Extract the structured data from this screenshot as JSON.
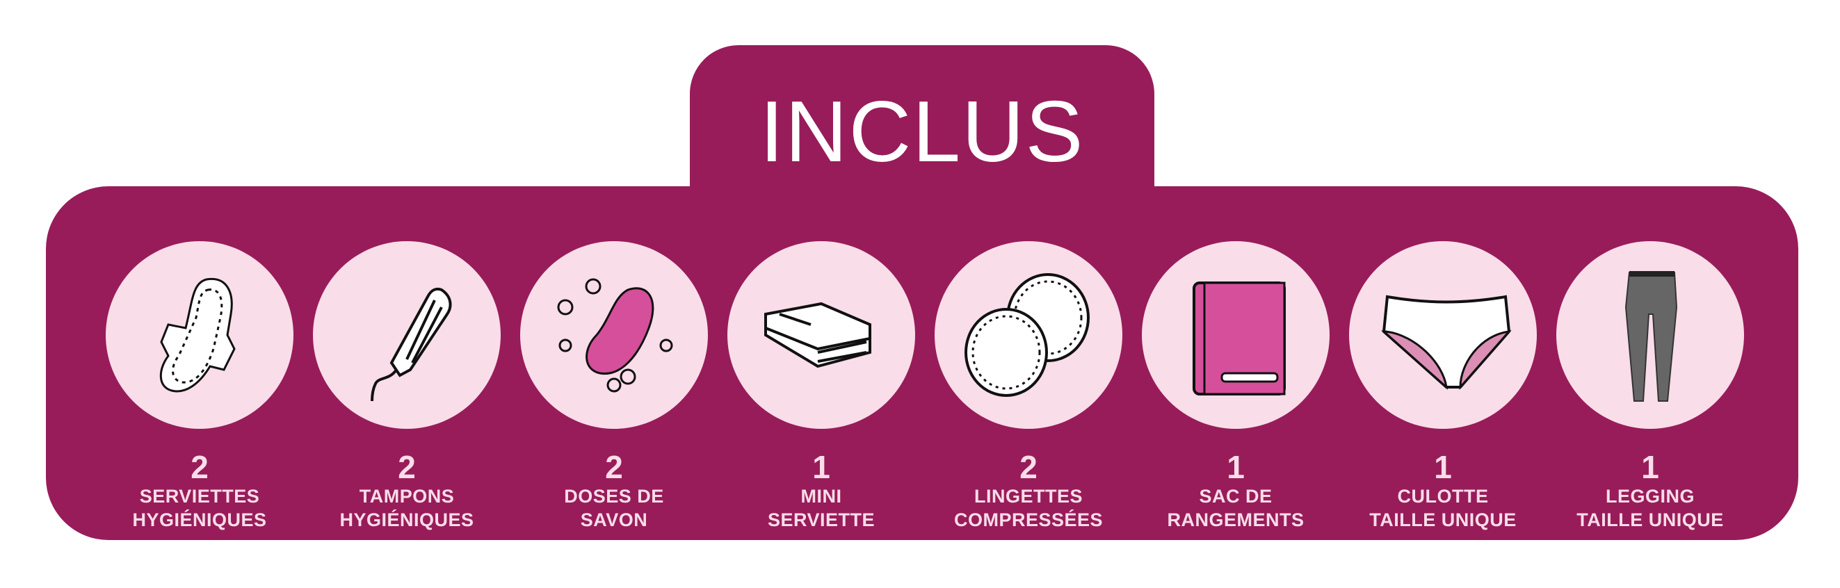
{
  "header": {
    "title": "INCLUS"
  },
  "colors": {
    "panel": "#981c5a",
    "circle": "#f9dde8",
    "accent": "#d64f9b",
    "text": "#f9dde8"
  },
  "items": [
    {
      "qty": "2",
      "line1": "SERVIETTES",
      "line2": "HYGIÉNIQUES",
      "icon": "sanitary-pad-icon"
    },
    {
      "qty": "2",
      "line1": "TAMPONS",
      "line2": "HYGIÉNIQUES",
      "icon": "tampon-icon"
    },
    {
      "qty": "2",
      "line1": "DOSES DE",
      "line2": "SAVON",
      "icon": "soap-icon"
    },
    {
      "qty": "1",
      "line1": "MINI",
      "line2": "SERVIETTE",
      "icon": "folded-towel-icon"
    },
    {
      "qty": "2",
      "line1": "LINGETTES",
      "line2": "COMPRESSÉES",
      "icon": "cotton-pads-icon"
    },
    {
      "qty": "1",
      "line1": "SAC DE",
      "line2": "RANGEMENTS",
      "icon": "storage-bag-icon"
    },
    {
      "qty": "1",
      "line1": "CULOTTE",
      "line2": "TAILLE UNIQUE",
      "icon": "underwear-icon"
    },
    {
      "qty": "1",
      "line1": "LEGGING",
      "line2": "TAILLE UNIQUE",
      "icon": "legging-icon"
    }
  ]
}
